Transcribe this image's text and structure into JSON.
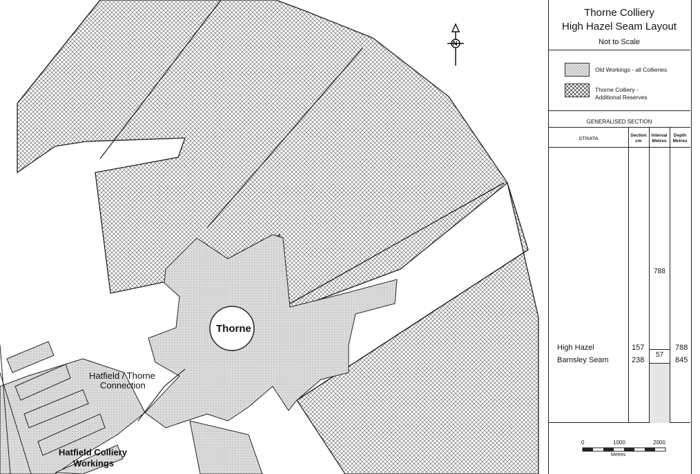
{
  "title_line1": "Thorne Colliery",
  "title_line2": "High Hazel Seam Layout",
  "scale_note": "Not to Scale",
  "legend": [
    {
      "label": "Old Workings - all Collieries",
      "pattern": "stipple"
    },
    {
      "label_line1": "Thorne Colliery -",
      "label_line2": "Additional Reserves",
      "pattern": "crosshatch"
    }
  ],
  "section": {
    "title": "GENERALISED SECTION",
    "headers": {
      "strata": "STRATA",
      "section_1": "Section",
      "section_2": "cm",
      "interval_1": "Interval",
      "interval_2": "Metres",
      "depth_1": "Depth",
      "depth_2": "Metres"
    },
    "interval_upper": "788",
    "rows": [
      {
        "strata": "High Hazel",
        "section": "157",
        "depth": "788"
      },
      {
        "strata": "Barnsley Seam",
        "section": "238",
        "depth": "845"
      }
    ],
    "interval_lower": "57"
  },
  "scale_bar": {
    "ticks": [
      "0",
      "1000",
      "2000"
    ],
    "unit": "Metres"
  },
  "north_arrow": {
    "letter": "N"
  },
  "map_labels": {
    "thorne": "Thorne",
    "connection_line1": "Hatfield / Thorne",
    "connection_line2": "Connection",
    "hatfield_line1": "Hatfield Colliery",
    "hatfield_line2": "Workings"
  },
  "colors": {
    "ink": "#222222",
    "paper": "#ffffff",
    "stipple": "#d9d9d9"
  }
}
